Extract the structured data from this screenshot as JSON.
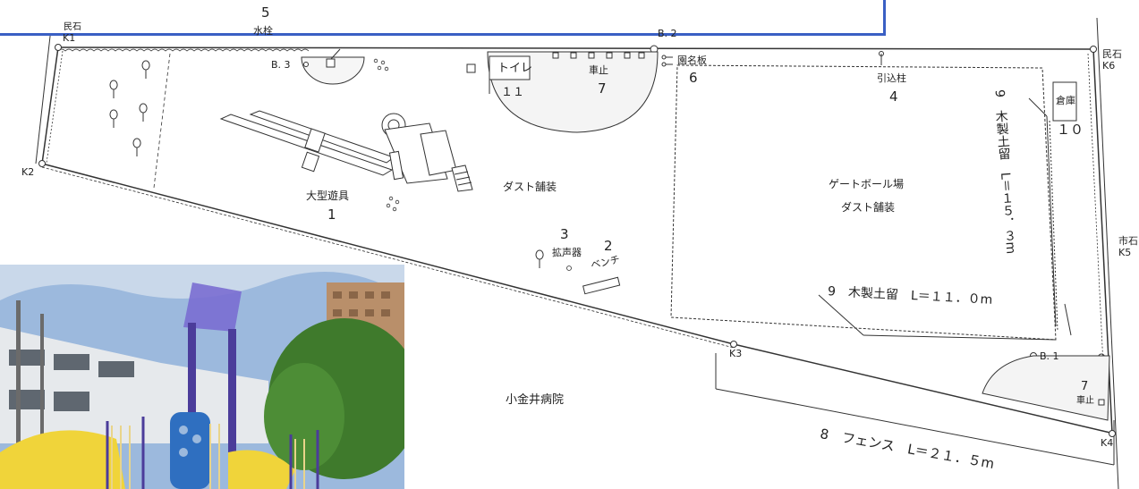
{
  "title": "",
  "labels": {
    "k1": "K1",
    "k2": "K2",
    "k3": "K3",
    "k4": "K4",
    "k5": "K5",
    "k6": "K6",
    "minseki_left": "民石",
    "minseki_right": "民石",
    "shiseki": "市石",
    "b1": "B. 1",
    "b2": "B. 2",
    "b3": "B. 3",
    "num5": "5",
    "suisen": "水栓",
    "toilet": "トイレ",
    "num11": "１１",
    "kurumadome_top": "車止",
    "num7_top": "7",
    "enmeiban": "園名板",
    "num6": "6",
    "hikikomi": "引込柱",
    "num4": "4",
    "souko": "倉庫",
    "num10": "１０",
    "mokusei_v": "9　木製土留　L＝１５．３m",
    "gateball": "ゲートボール場",
    "dust_gb": "ダスト舗装",
    "mokusei_h": "9　木製土留　L＝１１．０m",
    "dust_center": "ダスト舗装",
    "oogata": "大型遊具",
    "num1": "1",
    "num3": "3",
    "kakuseiki": "拡声器",
    "num2": "2",
    "bench": "ベンチ",
    "hospital": "小金井病院",
    "fence": "8　フェンス　L＝２１．５m",
    "num7_bottom": "7",
    "kurumadome_bottom": "車止"
  },
  "colors": {
    "line": "#333333",
    "banner_border": "#3a5fc4",
    "sky": "#8fb1d8",
    "building": "#e9ecef",
    "slide": "#f0d43a",
    "purple": "#5a4aa8",
    "blue_panel": "#2f6fc0",
    "tree": "#3f7a2c"
  }
}
